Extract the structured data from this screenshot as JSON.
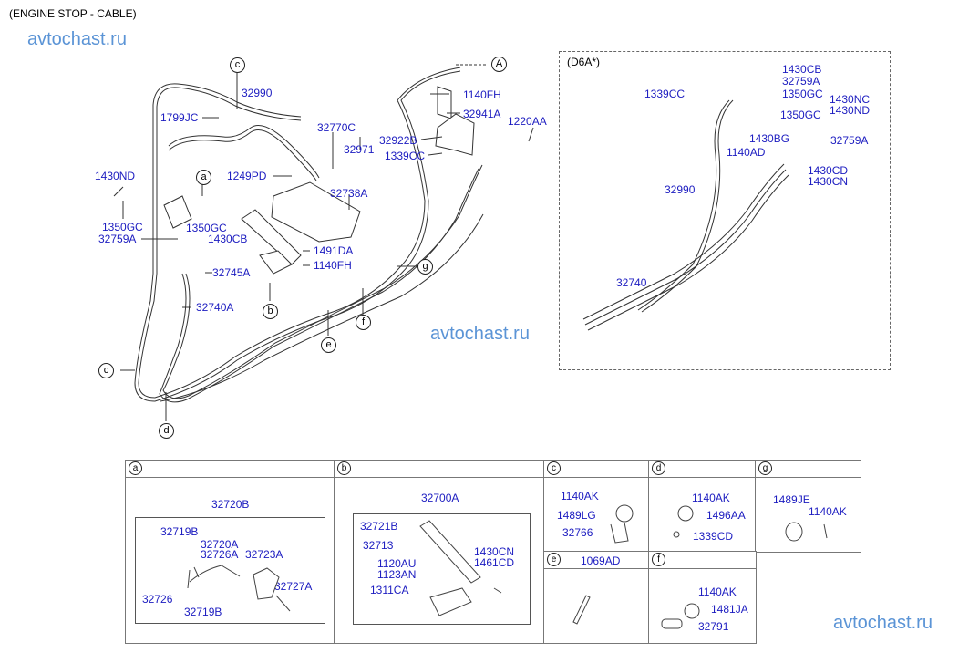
{
  "title": "(ENGINE STOP - CABLE)",
  "watermark": "avtochast.ru",
  "variant_label": "(D6A*)",
  "colors": {
    "label": "#1c1cc0",
    "watermark": "#5b94d6",
    "line": "#333333"
  },
  "callouts": {
    "A": "A",
    "a": "a",
    "b": "b",
    "c": "c",
    "d": "d",
    "e": "e",
    "f": "f",
    "g": "g"
  },
  "main_labels": {
    "p32990": "32990",
    "p1799JC": "1799JC",
    "p32770C": "32770C",
    "p32971": "32971",
    "p1249PD": "1249PD",
    "p32738A": "32738A",
    "p1430ND": "1430ND",
    "p1350GC_1": "1350GC",
    "p32759A": "32759A",
    "p1350GC_2": "1350GC",
    "p1430CB": "1430CB",
    "p32745A": "32745A",
    "p1491DA": "1491DA",
    "p1140FH_1": "1140FH",
    "p32740A": "32740A",
    "p1140FH_2": "1140FH",
    "p32941A": "32941A",
    "p1220AA": "1220AA",
    "p32922B": "32922B",
    "p1339CC": "1339CC"
  },
  "d6a_labels": {
    "p1430CB": "1430CB",
    "p32759A_1": "32759A",
    "p1339CC": "1339CC",
    "p1350GC_1": "1350GC",
    "p1430NC": "1430NC",
    "p1430ND": "1430ND",
    "p1350GC_2": "1350GC",
    "p1430BG": "1430BG",
    "p32759A_2": "32759A",
    "p1140AD": "1140AD",
    "p1430CD": "1430CD",
    "p1430CN": "1430CN",
    "p32990": "32990",
    "p32740": "32740"
  },
  "detail_table": {
    "a": {
      "callout": "a",
      "assembly": "32720B",
      "parts": [
        "32719B",
        "32720A",
        "32726A",
        "32723A",
        "32727A",
        "32726",
        "32719B"
      ]
    },
    "b": {
      "callout": "b",
      "assembly": "32700A",
      "parts": [
        "32721B",
        "32713",
        "1430CN",
        "1461CD",
        "1120AU",
        "1123AN",
        "1311CA"
      ]
    },
    "c": {
      "callout": "c",
      "parts": [
        "1140AK",
        "1489LG",
        "32766"
      ]
    },
    "d": {
      "callout": "d",
      "parts": [
        "1140AK",
        "1496AA",
        "1339CD"
      ]
    },
    "g": {
      "callout": "g",
      "parts": [
        "1489JE",
        "1140AK"
      ]
    },
    "e": {
      "callout": "e",
      "parts": [
        "1069AD"
      ]
    },
    "f": {
      "callout": "f",
      "parts": [
        "1140AK",
        "1481JA",
        "32791"
      ]
    }
  }
}
